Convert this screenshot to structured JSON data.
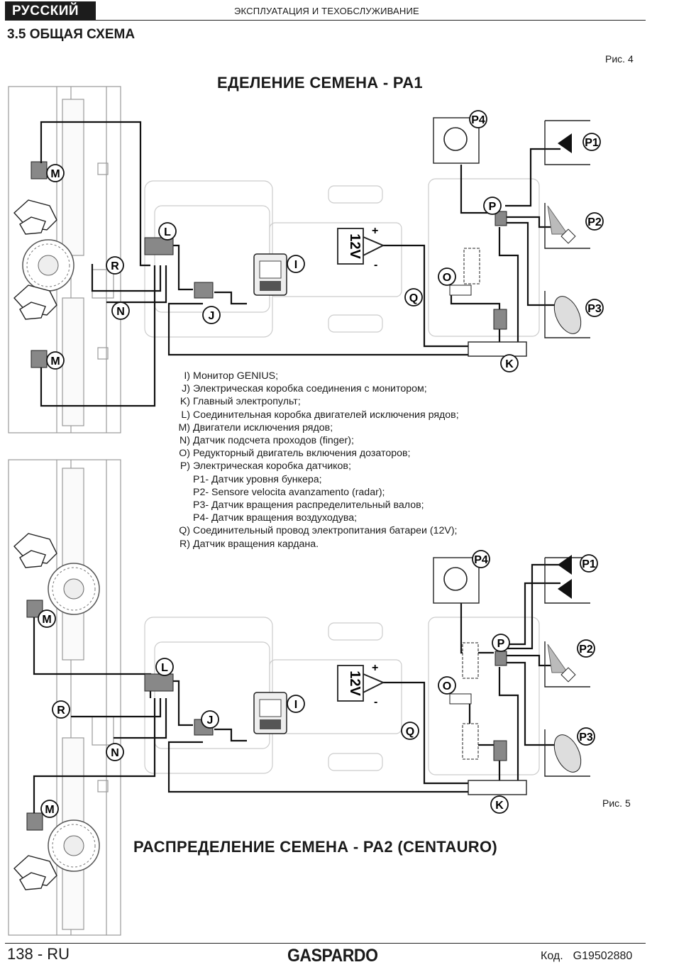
{
  "header": {
    "language": "РУССКИЙ",
    "chapter": "ЭКСПЛУАТАЦИЯ И ТЕХОБСЛУЖИВАНИЕ"
  },
  "section_title": "3.5 ОБЩАЯ СХЕМА",
  "figures": {
    "fig4": {
      "label": "Рис. 4",
      "title": "ЕДЕЛЕНИЕ СЕМЕНА - PA1"
    },
    "fig5": {
      "label": "Рис. 5",
      "title": "РАСПРЕДЕЛЕНИЕ СЕМЕНА - PA2 (CENTAURO)"
    }
  },
  "diagram": {
    "battery_label": "12V",
    "plus": "+",
    "minus": "-",
    "callouts": [
      "M",
      "L",
      "R",
      "N",
      "J",
      "I",
      "Q",
      "O",
      "P",
      "K",
      "P1",
      "P2",
      "P3",
      "P4"
    ]
  },
  "legend": [
    {
      "key": "I)",
      "text": "Монитор GENIUS;"
    },
    {
      "key": "J)",
      "text": "Электрическая коробка соединения с монитором;"
    },
    {
      "key": "K)",
      "text": "Главный электропульт;"
    },
    {
      "key": "L)",
      "text": "Соединительная коробка двигателей исключения рядов;"
    },
    {
      "key": "M)",
      "text": "Двигатели исключения рядов;"
    },
    {
      "key": "N)",
      "text": "Датчик подсчета проходов (finger);"
    },
    {
      "key": "O)",
      "text": "Редукторный двигатель включения дозаторов;"
    },
    {
      "key": "P)",
      "text": "Электрическая коробка датчиков;"
    },
    {
      "key": "",
      "text": "P1- Датчик уровня бункера;"
    },
    {
      "key": "",
      "text": "P2- Sensore velocita avanzamento (radar);"
    },
    {
      "key": "",
      "text": "P3- Датчик вращения распределительный валов;"
    },
    {
      "key": "",
      "text": "P4- Датчик вращения воздуходува;"
    },
    {
      "key": "Q)",
      "text": "Соединительный провод электропитания батареи (12V);"
    },
    {
      "key": "R)",
      "text": "Датчик вращения кардана."
    }
  ],
  "footer": {
    "page": "138 - RU",
    "brand": "GASPARDO",
    "code_label": "Код.",
    "code_value": "G19502880"
  }
}
